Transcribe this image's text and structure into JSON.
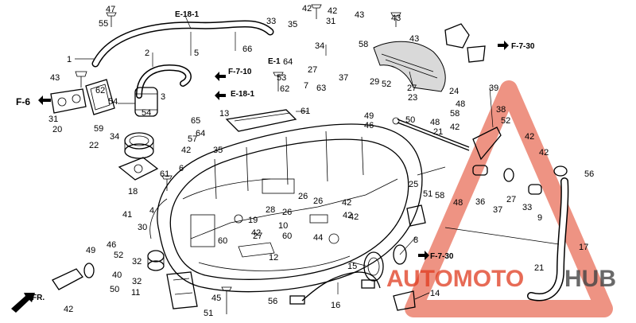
{
  "diagram": {
    "refs": {
      "e18_1_top": "E-18-1",
      "e1": "E-1",
      "f7_10": "F-7-10",
      "e18_1_mid": "E-18-1",
      "f6": "F-6",
      "f7_30_top": "F-7-30",
      "f7_30_bottom": "F-7-30",
      "fr": "FR."
    },
    "watermark": {
      "prefix": "A",
      "brand": "UTOMOTO",
      "suffix": "HUB",
      "accent": "#e03a1e",
      "dark": "#444444"
    },
    "callouts": [
      "47",
      "55",
      "1",
      "2",
      "43",
      "5",
      "66",
      "33",
      "35",
      "42",
      "31",
      "43",
      "43",
      "64",
      "27",
      "34",
      "58",
      "42",
      "43",
      "62",
      "54",
      "54",
      "3",
      "53",
      "63",
      "37",
      "29",
      "52",
      "27",
      "24",
      "39",
      "31",
      "59",
      "20",
      "7",
      "62",
      "61",
      "23",
      "48",
      "46",
      "49",
      "50",
      "48",
      "38",
      "34",
      "22",
      "42",
      "13",
      "65",
      "64",
      "57",
      "21",
      "58",
      "52",
      "42",
      "42",
      "42",
      "35",
      "6",
      "61",
      "18",
      "41",
      "4",
      "30",
      "46",
      "52",
      "49",
      "32",
      "40",
      "50",
      "32",
      "11",
      "42",
      "28",
      "19",
      "26",
      "42",
      "26",
      "42",
      "60",
      "27",
      "60",
      "26",
      "44",
      "10",
      "42",
      "12",
      "42",
      "8",
      "25",
      "56",
      "51",
      "58",
      "48",
      "36",
      "37",
      "27",
      "33",
      "9",
      "17",
      "15",
      "16",
      "14",
      "45",
      "51",
      "56",
      "21"
    ]
  }
}
